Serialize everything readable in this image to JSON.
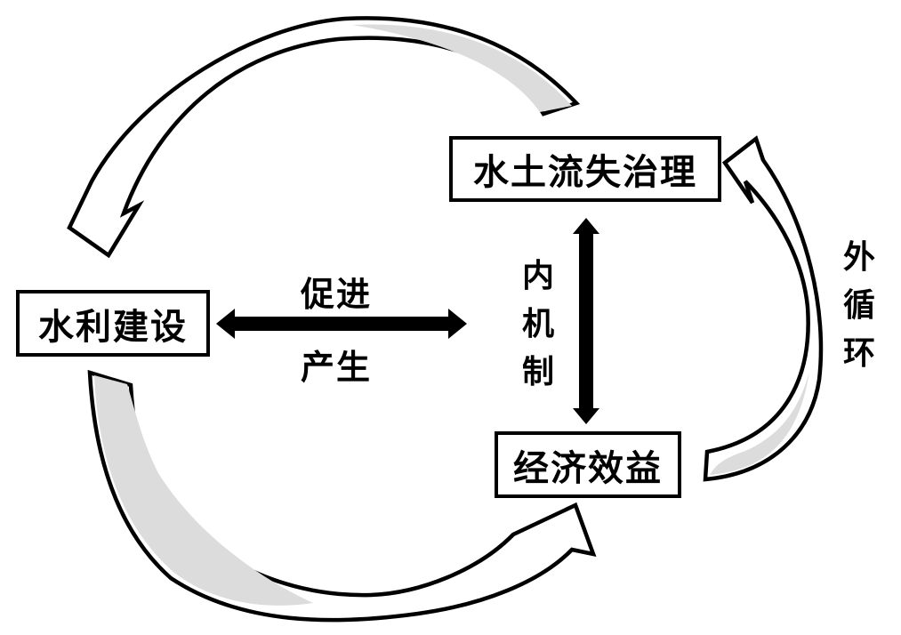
{
  "diagram": {
    "boxes": {
      "soil_erosion_control": "水土流失治理",
      "water_conservancy": "水利建设",
      "economic_benefit": "经济效益"
    },
    "labels": {
      "promote": "促进",
      "produce": "产生",
      "inner_mechanism": "内机制",
      "outer_circulation": "外循环"
    },
    "colors": {
      "line": "#000000",
      "arrow_shade": "#dcdcdc",
      "background": "#ffffff"
    }
  }
}
